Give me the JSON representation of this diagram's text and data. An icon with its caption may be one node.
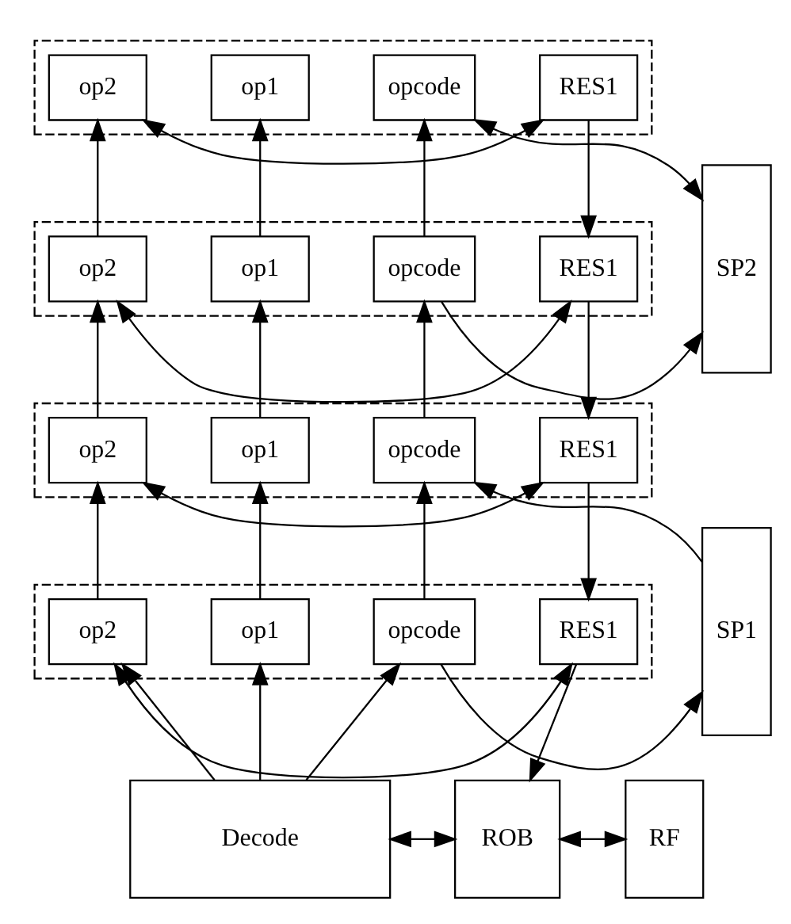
{
  "diagram": {
    "nodes": [
      {
        "text": [],
        "shape": "box"
      },
      {
        "text": [
          "opcode"
        ],
        "in": 0
      },
      {
        "text": [
          "op1"
        ],
        "in": 0
      },
      {
        "text": [
          "op2"
        ],
        "in": 0
      },
      {
        "text": [
          "RES1"
        ],
        "in": 0
      },
      {
        "text": [
          "SP2"
        ]
      },
      {
        "text": [],
        "shape": "box"
      },
      {
        "text": [
          "opcode"
        ],
        "in": 6
      },
      {
        "text": [
          "op1"
        ],
        "in": 6
      },
      {
        "text": [
          "op2"
        ],
        "in": 6
      },
      {
        "text": [
          "RES1"
        ],
        "in": 6
      },
      {
        "text": [],
        "shape": "box"
      },
      {
        "text": [
          "opcode"
        ],
        "in": 11
      },
      {
        "text": [
          "op1"
        ],
        "in": 11
      },
      {
        "text": [
          "op2"
        ],
        "in": 11
      },
      {
        "text": [
          "RES1"
        ],
        "in": 11
      },
      {
        "text": [
          "SP1"
        ]
      },
      {
        "text": [],
        "shape": "box"
      },
      {
        "text": [
          "opcode"
        ],
        "in": 17
      },
      {
        "text": [
          "op1"
        ],
        "in": 17
      },
      {
        "text": [
          "op2"
        ],
        "in": 17
      },
      {
        "text": [
          "RES1"
        ],
        "in": 17
      },
      {
        "text": [
          "Decode"
        ]
      },
      {
        "text": [
          "ROB"
        ]
      },
      {
        "text": [
          "RF"
        ]
      }
    ],
    "edges": [
      {
        "from": 5,
        "to": 1,
        "arrow": "both"
      },
      {
        "from": 3,
        "to": 4,
        "arrow": "both"
      },
      {
        "from": 7,
        "to": 5,
        "arrow": "to"
      },
      {
        "from": 9,
        "to": 10,
        "arrow": "both"
      },
      {
        "from": 7,
        "to": 1,
        "arrow": "to"
      },
      {
        "from": 8,
        "to": 2,
        "arrow": "to"
      },
      {
        "from": 9,
        "to": 3,
        "arrow": "to"
      },
      {
        "from": 4,
        "to": 10,
        "arrow": "to"
      },
      {
        "from": 16,
        "to": 12,
        "arrow": "to"
      },
      {
        "from": 14,
        "to": 15,
        "arrow": "both"
      },
      {
        "from": 12,
        "to": 7,
        "arrow": "to"
      },
      {
        "from": 13,
        "to": 8,
        "arrow": "to"
      },
      {
        "from": 14,
        "to": 9,
        "arrow": "to"
      },
      {
        "from": 10,
        "to": 15,
        "arrow": "to"
      },
      {
        "from": 18,
        "to": 16,
        "arrow": "to"
      },
      {
        "from": 20,
        "to": 21,
        "arrow": "both"
      },
      {
        "from": 18,
        "to": 12,
        "arrow": "to"
      },
      {
        "from": 19,
        "to": 13,
        "arrow": "to"
      },
      {
        "from": 20,
        "to": 14,
        "arrow": "to"
      },
      {
        "from": 15,
        "to": 21,
        "arrow": "to"
      },
      {
        "from": 22,
        "to": 18,
        "arrow": "to"
      },
      {
        "from": 22,
        "to": 19,
        "arrow": "to"
      },
      {
        "from": 22,
        "to": 20,
        "arrow": "to"
      },
      {
        "from": 21,
        "to": 23,
        "arrow": "to"
      },
      {
        "from": 22,
        "to": 23,
        "arrow": "both"
      },
      {
        "from": 23,
        "to": 24,
        "arrow": "both"
      }
    ]
  }
}
